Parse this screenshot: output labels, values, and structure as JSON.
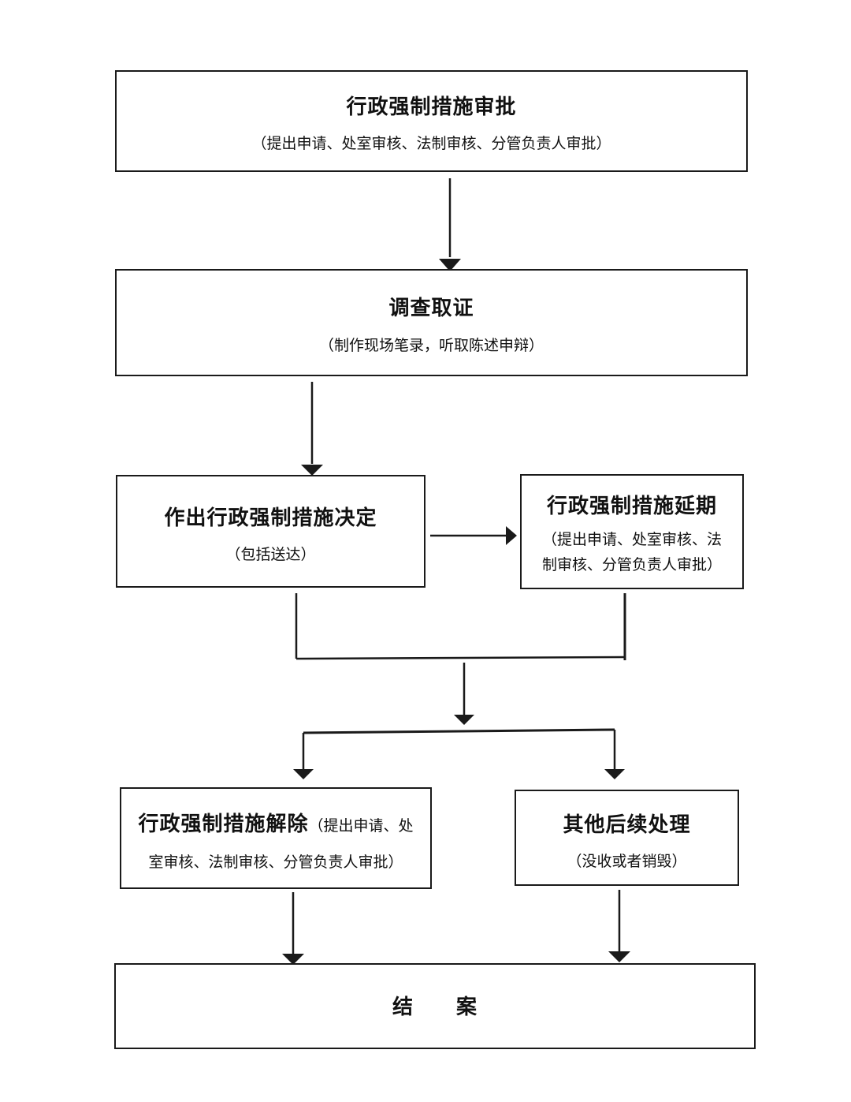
{
  "nodes": {
    "approval": {
      "title": "行政强制措施审批",
      "subtitle": "（提出申请、处室审核、法制审核、分管负责人审批）"
    },
    "investigation": {
      "title": "调查取证",
      "subtitle": "（制作现场笔录，听取陈述申辩）"
    },
    "decision": {
      "title": "作出行政强制措施决定",
      "subtitle": "（包括送达）"
    },
    "extension": {
      "title": "行政强制措施延期",
      "subtitle_line1": "（提出申请、处室审核、法",
      "subtitle_line2": "制审核、分管负责人审批）"
    },
    "release": {
      "title": "行政强制措施解除",
      "subtitle_line1": "（提出申请、处",
      "subtitle_line2": "室审核、法制审核、分管负责人审批）"
    },
    "followup": {
      "title": "其他后续处理",
      "subtitle": "（没收或者销毁）"
    },
    "closing": {
      "title": "结　　案"
    }
  },
  "colors": {
    "line": "#1a1a1a",
    "text": "#111111",
    "background": "#ffffff"
  }
}
